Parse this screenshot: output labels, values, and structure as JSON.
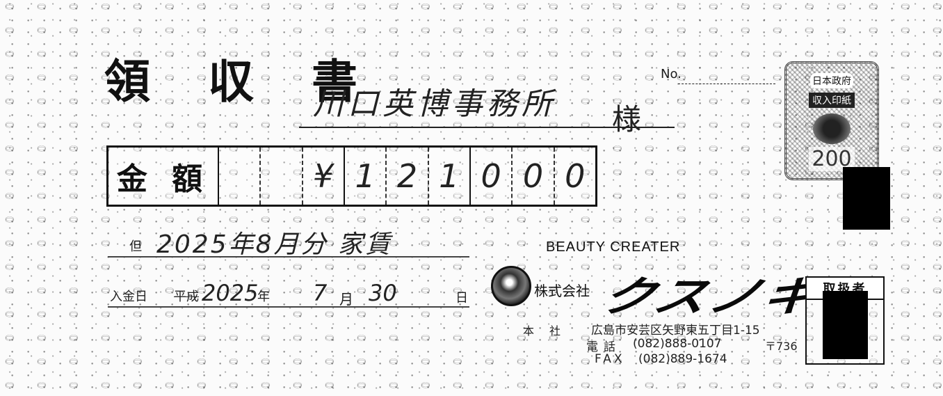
{
  "receipt": {
    "title": "領 収 書",
    "no_label": "No.",
    "addressee": "川口英博事務所",
    "addressee_suffix": "様"
  },
  "amount": {
    "label": "金 額",
    "digits": [
      "",
      "",
      "¥",
      "1",
      "2",
      "1",
      "0",
      "0",
      "0"
    ]
  },
  "description": {
    "label": "但",
    "value": "2025年8月分 家賃"
  },
  "date": {
    "label": "入金日",
    "era": "平成",
    "year": "2025",
    "year_unit": "年",
    "month": "7",
    "month_unit": "月",
    "day": "30",
    "day_unit": "日"
  },
  "revenue_stamp": {
    "top_text": "日本政府",
    "mid_text": "収入印紙",
    "value_text": "200"
  },
  "company": {
    "tagline": "BEAUTY CREATER",
    "entity_type": "株式会社",
    "name": "クスノキ",
    "address_label": "本社",
    "address": "広島市安芸区矢野東五丁目1-15",
    "tel_label": "電話",
    "tel": "(082)888-0107",
    "postal": "〒736",
    "fax_label": "FAX",
    "fax": "(082)889-1674"
  },
  "handler": {
    "label": "取扱者"
  }
}
